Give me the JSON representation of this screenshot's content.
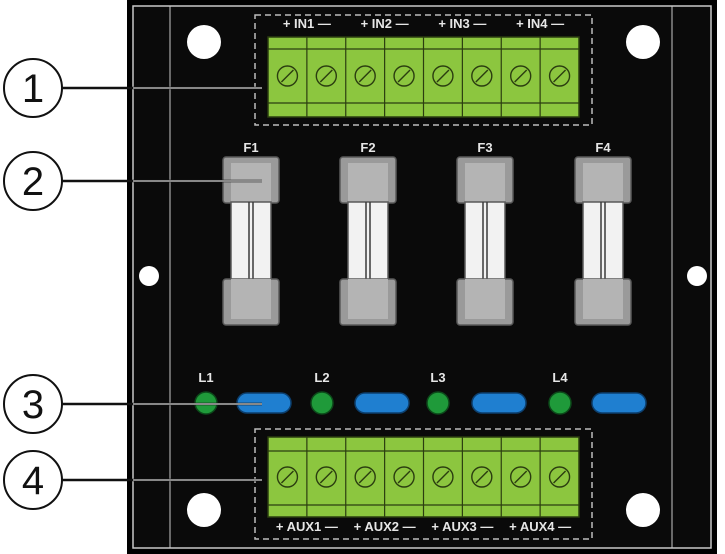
{
  "callouts": [
    {
      "number": "1"
    },
    {
      "number": "2"
    },
    {
      "number": "3"
    },
    {
      "number": "4"
    }
  ],
  "input_terminals": {
    "labels": [
      "IN1",
      "IN2",
      "IN3",
      "IN4"
    ],
    "plus": "+",
    "minus": "—"
  },
  "fuses": {
    "labels": [
      "F1",
      "F2",
      "F3",
      "F4"
    ]
  },
  "leds": {
    "labels": [
      "L1",
      "L2",
      "L3",
      "L4"
    ]
  },
  "aux_terminals": {
    "labels": [
      "AUX1",
      "AUX2",
      "AUX3",
      "AUX4"
    ],
    "plus": "+",
    "minus": "—"
  },
  "colors": {
    "board": "#0a0a0a",
    "terminal_green": "#8cc63f",
    "led_green": "#1f9a3a",
    "led_blue": "#1f7fd0",
    "fuse_cap": "#9a9a9a",
    "fuse_body": "#f2f2f2",
    "label": "#e6e6e6"
  }
}
